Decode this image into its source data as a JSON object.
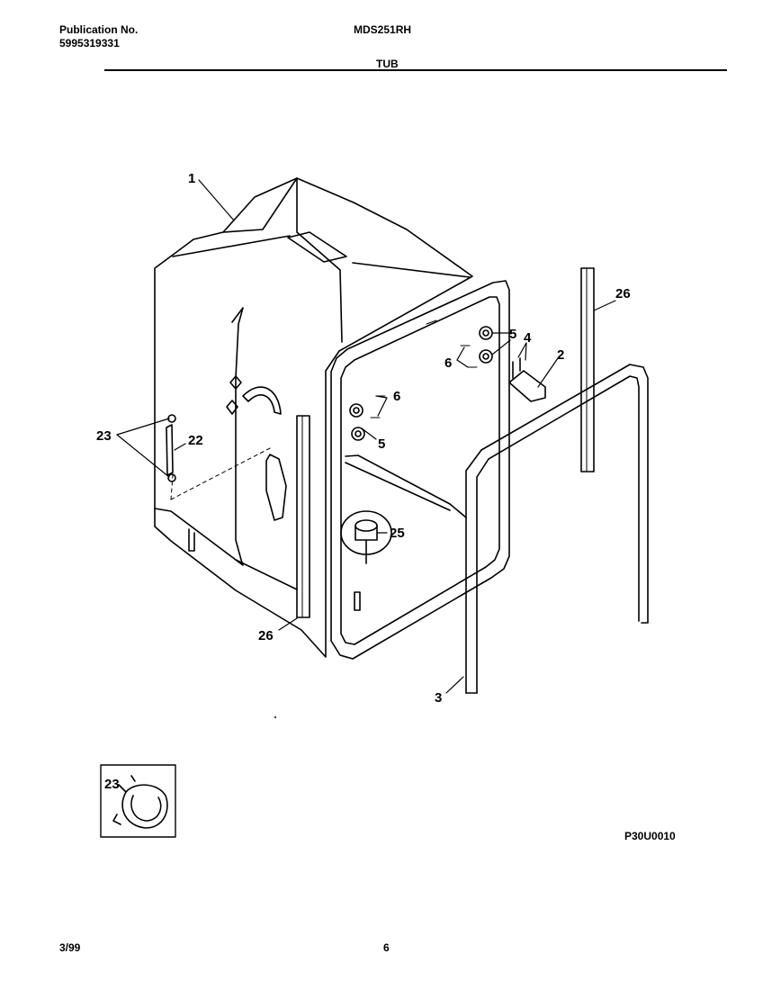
{
  "header": {
    "publication_label": "Publication No.",
    "publication_number": "5995319331",
    "model": "MDS251RH",
    "section_title": "TUB"
  },
  "diagram": {
    "callouts": {
      "c1": "1",
      "c2": "2",
      "c3": "3",
      "c4": "4",
      "c5a": "5",
      "c5b": "5",
      "c6a": "6",
      "c6b": "6",
      "c22": "22",
      "c23": "23",
      "c25": "25",
      "c26a": "26",
      "c26b": "26",
      "c23_detail": "23"
    },
    "drawing_code": "P30U0010"
  },
  "footer": {
    "date": "3/99",
    "page": "6"
  }
}
